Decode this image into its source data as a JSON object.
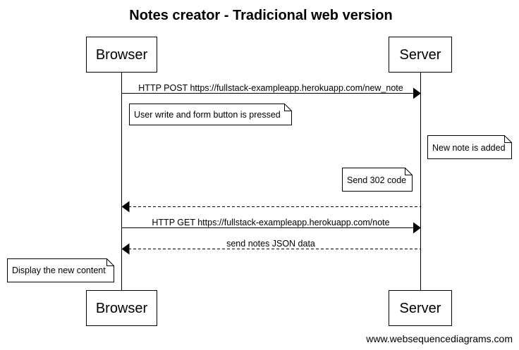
{
  "title": "Notes creator - Tradicional web version",
  "actors": {
    "browser": "Browser",
    "server": "Server"
  },
  "messages": [
    {
      "from": "browser",
      "to": "server",
      "style": "solid",
      "label": "HTTP POST https://fullstack-exampleapp.herokuapp.com/new_note"
    },
    {
      "from": "server",
      "to": "browser",
      "style": "dashed",
      "label": ""
    },
    {
      "from": "browser",
      "to": "server",
      "style": "solid",
      "label": "HTTP GET https://fullstack-exampleapp.herokuapp.com/note"
    },
    {
      "from": "server",
      "to": "browser",
      "style": "dashed",
      "label": "send notes JSON data"
    }
  ],
  "notes": [
    {
      "side": "right-of-browser",
      "text": "User write and form button is pressed"
    },
    {
      "side": "right-of-server",
      "text": "New note is added"
    },
    {
      "side": "left-of-server",
      "text": "Send 302 code"
    },
    {
      "side": "left-of-browser",
      "text": "Display the new content"
    }
  ],
  "footer": "www.websequencediagrams.com"
}
